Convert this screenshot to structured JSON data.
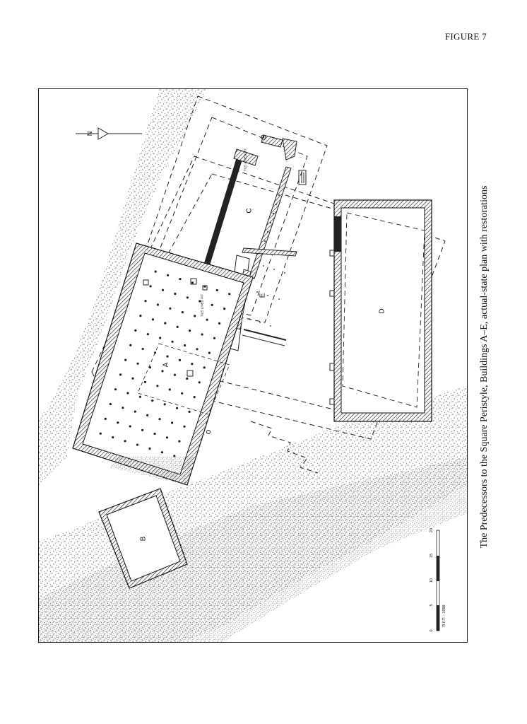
{
  "figure_label": "FIGURE 7",
  "caption": "The Predecessors to the Square Peristyle, Buildings A–E, actual-state plan with restorations",
  "north_label": "N",
  "buildings": {
    "a": "A",
    "b": "B",
    "c": "C",
    "d": "D",
    "e": "E"
  },
  "annotations": {
    "tile_lined_pit_1": "TILE-LINED PIT",
    "tile_lined_pit_2": "TILE-LINED PIT"
  },
  "scale_bar": {
    "ticks": [
      "0",
      "5",
      "10",
      "15",
      "20"
    ],
    "credit": "R.F.T. - 1988"
  },
  "colors": {
    "ink": "#1a1a1a",
    "stipple": "#777777",
    "paper": "#ffffff"
  }
}
